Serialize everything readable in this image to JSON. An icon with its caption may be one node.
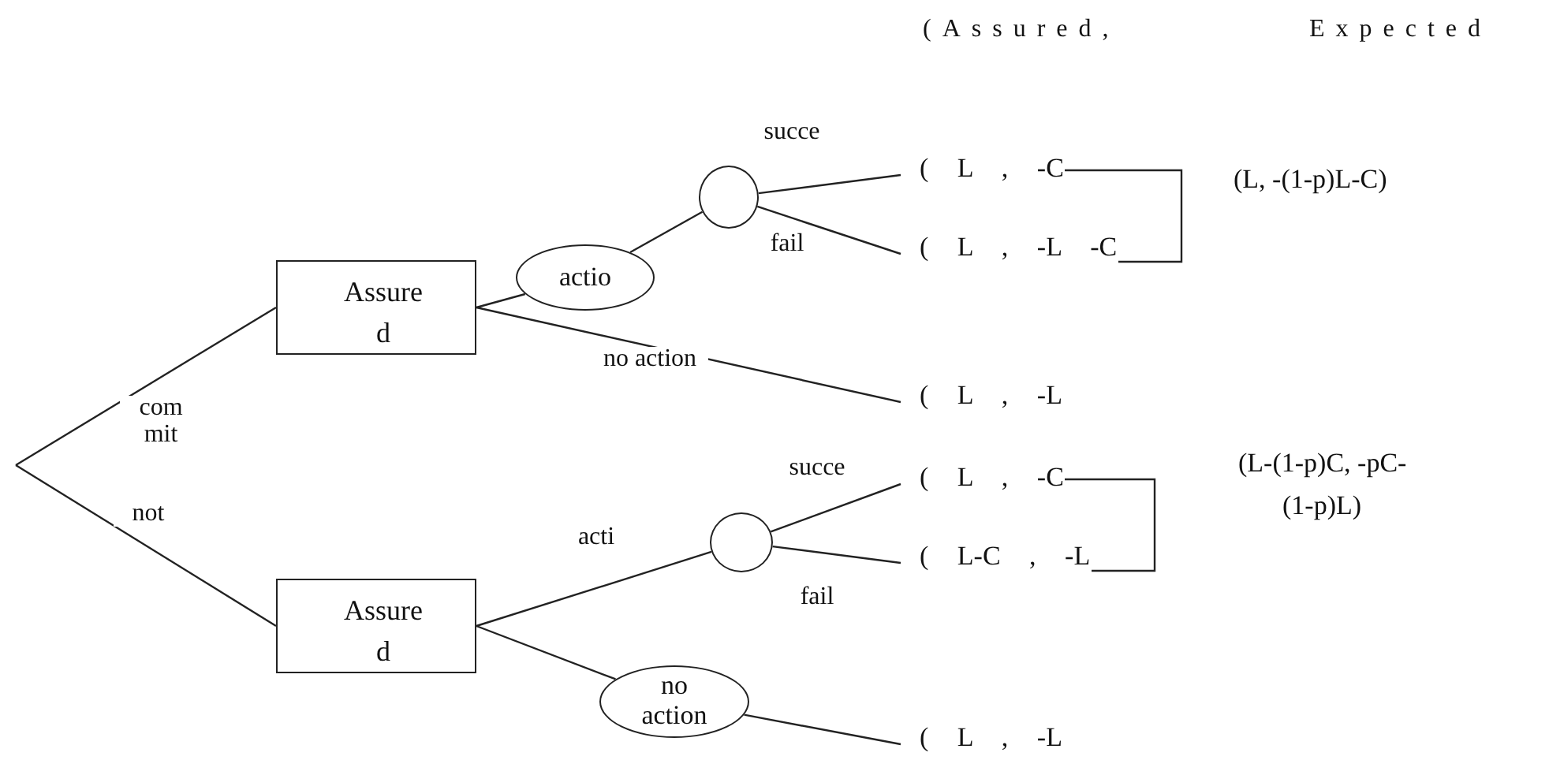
{
  "diagram": {
    "nodes": [
      {
        "text": [
          "Assure d"
        ]
      },
      {
        "text": [
          "actio"
        ]
      },
      {
        "text": [],
        "shape": "circle"
      },
      {
        "text": [
          "( L , -C"
        ]
      },
      {
        "text": [
          "( L , -L -C"
        ]
      },
      {
        "text": [
          "( L , -L"
        ]
      },
      {
        "text": [
          "Assure d"
        ]
      },
      {
        "text": [],
        "shape": "circle"
      },
      {
        "text": [
          "( L , -C"
        ]
      },
      {
        "text": [
          "( L-C , -L"
        ]
      },
      {
        "text": [
          "no action"
        ]
      },
      {
        "text": [
          "( L , -L"
        ]
      }
    ],
    "edges": [
      {
        "from": null,
        "to": 0,
        "arrow": "none",
        "label": "com mit"
      },
      {
        "from": null,
        "to": 6,
        "arrow": "none",
        "label": "not"
      },
      {
        "from": 0,
        "to": 1,
        "arrow": "none"
      },
      {
        "from": 1,
        "to": 2,
        "arrow": "none"
      },
      {
        "from": 2,
        "to": 3,
        "arrow": "none",
        "label": "succe"
      },
      {
        "from": 2,
        "to": 4,
        "arrow": "none",
        "label": "fail"
      },
      {
        "from": 0,
        "to": 5,
        "arrow": "none",
        "label": "no action"
      },
      {
        "from": 6,
        "to": 7,
        "arrow": "none",
        "label": "acti"
      },
      {
        "from": 7,
        "to": 8,
        "arrow": "none",
        "label": "succe"
      },
      {
        "from": 7,
        "to": 9,
        "arrow": "none",
        "label": "fail"
      },
      {
        "from": 6,
        "to": 10,
        "arrow": "none"
      },
      {
        "from": 10,
        "to": 11,
        "arrow": "none"
      }
    ],
    "labels": [
      "(Assured,",
      "Expected",
      "(L, -(1-p)L-C)",
      "(L-(1-p)C, -pC-(1-p)L)"
    ]
  }
}
